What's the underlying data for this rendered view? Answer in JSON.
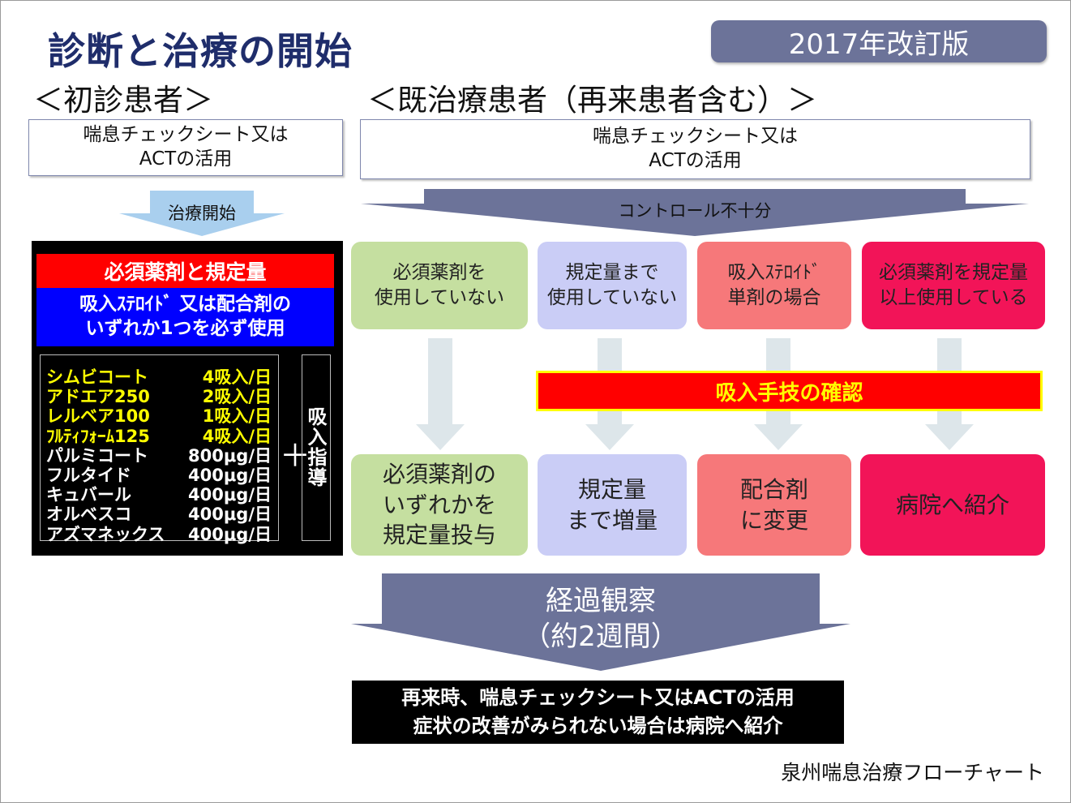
{
  "title": "診断と治療の開始",
  "revision_badge": "2017年改訂版",
  "sections": {
    "new_patient": "＜初診患者＞",
    "existing_patient": "＜既治療患者（再来患者含む）＞"
  },
  "check_box": {
    "left_line1": "喘息チェックシート又は",
    "left_line2": "ACTの活用",
    "right_line1": "喘息チェックシート又は",
    "right_line2": "ACTの活用"
  },
  "arrows": {
    "treatment_start": "治療開始",
    "insufficient_control": "コントロール不十分"
  },
  "essential_panel": {
    "header": "必須薬剤と規定量",
    "subheader_line1": "吸入ｽﾃﾛｲﾄﾞ 又は配合剤の",
    "subheader_line2": "いずれか1つを必ず使用",
    "drugs": [
      {
        "name": "シムビコート",
        "dose": "4吸入/日",
        "color": "#ffff00"
      },
      {
        "name": "アドエア250",
        "dose": "2吸入/日",
        "color": "#ffff00"
      },
      {
        "name": "レルベア100",
        "dose": "1吸入/日",
        "color": "#ffff00"
      },
      {
        "name": "ﾌﾙﾃｨﾌｫｰﾑ125",
        "dose": "4吸入/日",
        "color": "#ffff00"
      },
      {
        "name": "パルミコート",
        "dose": "800μg/日",
        "color": "#ffffff"
      },
      {
        "name": "フルタイド",
        "dose": "400μg/日",
        "color": "#ffffff"
      },
      {
        "name": "キュバール",
        "dose": "400μg/日",
        "color": "#ffffff"
      },
      {
        "name": "オルベスコ",
        "dose": "400μg/日",
        "color": "#ffffff"
      },
      {
        "name": "アズマネックス",
        "dose": "400μg/日",
        "color": "#ffffff"
      }
    ],
    "plus": "＋",
    "inhalation_guidance": "吸入指導"
  },
  "conditions": [
    {
      "line1": "必須薬剤を",
      "line2": "使用していない"
    },
    {
      "line1": "規定量まで",
      "line2": "使用していない"
    },
    {
      "line1": "吸入ｽﾃﾛｲﾄﾞ",
      "line2": "単剤の場合"
    },
    {
      "line1": "必須薬剤を規定量",
      "line2": "以上使用している"
    }
  ],
  "technique_check": "吸入手技の確認",
  "actions": [
    {
      "lines": [
        "必須薬剤の",
        "いずれかを",
        "規定量投与"
      ]
    },
    {
      "lines": [
        "規定量",
        "まで増量"
      ]
    },
    {
      "lines": [
        "配合剤",
        "に変更"
      ]
    },
    {
      "lines": [
        "病院へ紹介"
      ]
    }
  ],
  "observation": {
    "line1": "経過観察",
    "line2": "（約2週間）"
  },
  "followup_note": {
    "line1": "再来時、喘息チェックシート又はACTの活用",
    "line2": "症状の改善がみられない場合は病院へ紹介"
  },
  "footer": "泉州喘息治療フローチャート",
  "colors": {
    "title": "#1f2d6b",
    "badge": "#6c7399",
    "green": "#c5dfa0",
    "lavender": "#cacdf6",
    "salmon": "#f6787a",
    "pink": "#f21458",
    "arrow_light_blue": "#a9cfee",
    "arrow_slate": "#6c7399"
  }
}
